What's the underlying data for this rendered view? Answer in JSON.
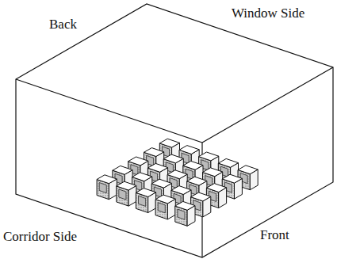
{
  "diagram": {
    "labels": [
      "Back",
      "Window Side",
      "Corridor Side",
      "Front"
    ]
  }
}
